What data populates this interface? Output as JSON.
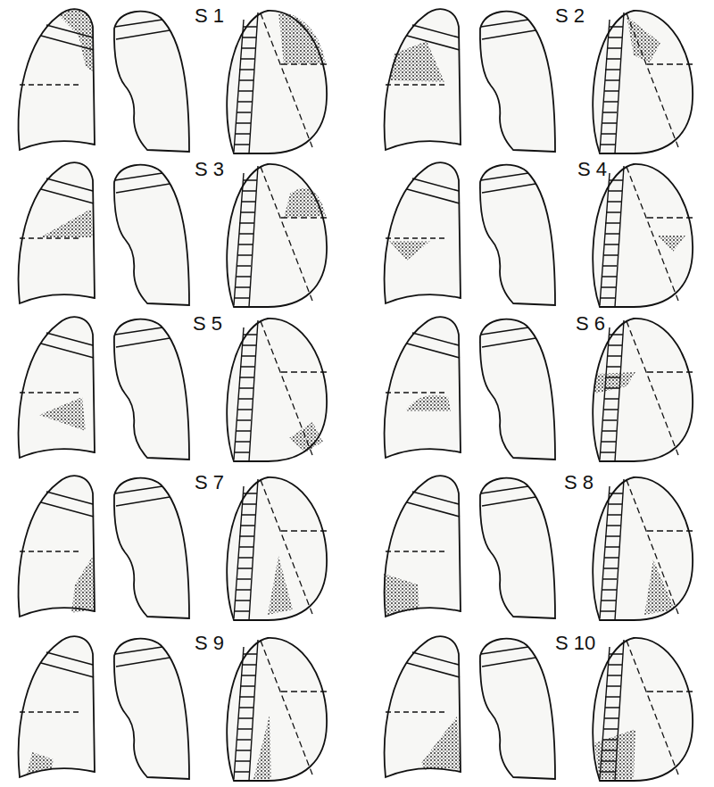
{
  "diagram": {
    "labels": [
      "S 1",
      "S 2",
      "S 3",
      "S 4",
      "S 5",
      "S 6",
      "S 7",
      "S 8",
      "S 9",
      "S 10"
    ]
  }
}
